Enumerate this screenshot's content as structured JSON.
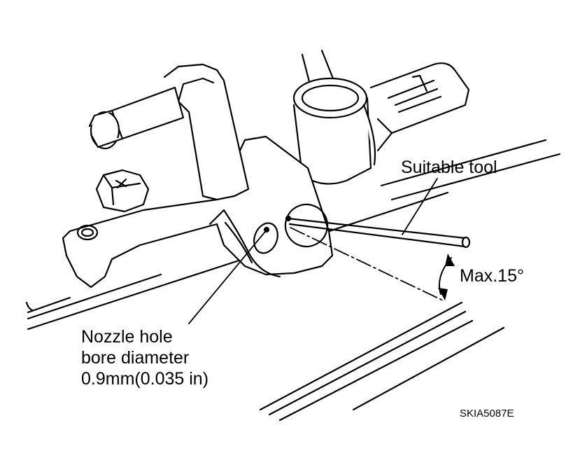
{
  "labels": {
    "tool": "Suitable tool",
    "angle": "Max.15°",
    "nozzle_line1": "Nozzle hole",
    "nozzle_line2": "bore diameter",
    "nozzle_line3": "0.9mm(0.035 in)",
    "figure_code": "SKIA5087E"
  },
  "colors": {
    "line": "#000000",
    "fill": "#ffffff"
  }
}
